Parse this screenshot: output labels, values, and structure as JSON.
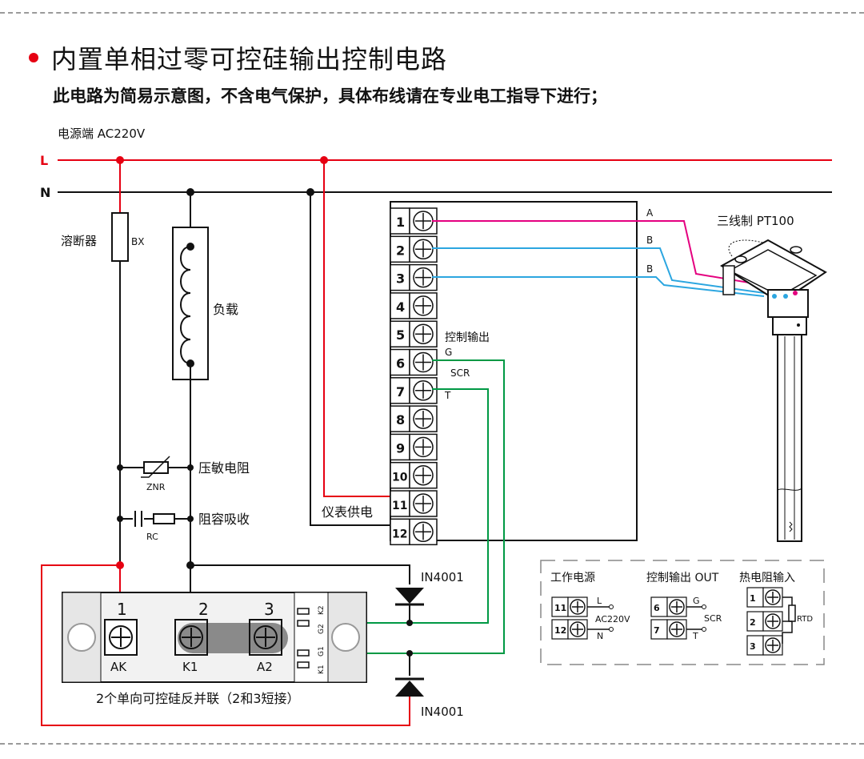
{
  "header": {
    "title": "内置单相过零可控硅输出控制电路",
    "subtitle": "此电路为简易示意图，不含电气保护，具体布线请在专业电工指导下进行；"
  },
  "power": {
    "label": "电源端  AC220V",
    "L": "L",
    "N": "N"
  },
  "components": {
    "fuse": "溶断器",
    "fuse_code": "BX",
    "load": "负载",
    "varistor": "压敏电阻",
    "varistor_code": "ZNR",
    "rc": "阻容吸收",
    "rc_code": "RC",
    "instrument_power": "仪表供电",
    "control_output": "控制输出",
    "g": "G",
    "scr": "SCR",
    "t": "T",
    "diode_top": "IN4001",
    "diode_bottom": "IN4001"
  },
  "terminals": [
    "1",
    "2",
    "3",
    "4",
    "5",
    "6",
    "7",
    "8",
    "9",
    "10",
    "11",
    "12"
  ],
  "sensor": {
    "title": "三线制 PT100",
    "wire_a": "A",
    "wire_b1": "B",
    "wire_b2": "B"
  },
  "thyristor": {
    "num1": "1",
    "num2": "2",
    "num3": "3",
    "ak": "AK",
    "k1": "K1",
    "a2": "A2",
    "k2_side": "K2",
    "g2_side": "G2",
    "g1_side": "G1",
    "k1_side": "K1",
    "caption": "2个单向可控硅反并联（2和3短接）"
  },
  "legend": {
    "work_power": "工作电源",
    "control_out": "控制输出 OUT",
    "rtd_input": "热电阻输入",
    "t11": "11",
    "t12": "12",
    "l": "L",
    "n": "N",
    "ac": "AC220V",
    "t6": "6",
    "t7": "7",
    "g": "G",
    "scr": "SCR",
    "t": "T",
    "r1": "1",
    "r2": "2",
    "r3": "3",
    "rtd": "RTD"
  },
  "colors": {
    "red": "#e60012",
    "black": "#111111",
    "magenta": "#e4007f",
    "blue": "#2ca6e0",
    "green": "#009944"
  }
}
